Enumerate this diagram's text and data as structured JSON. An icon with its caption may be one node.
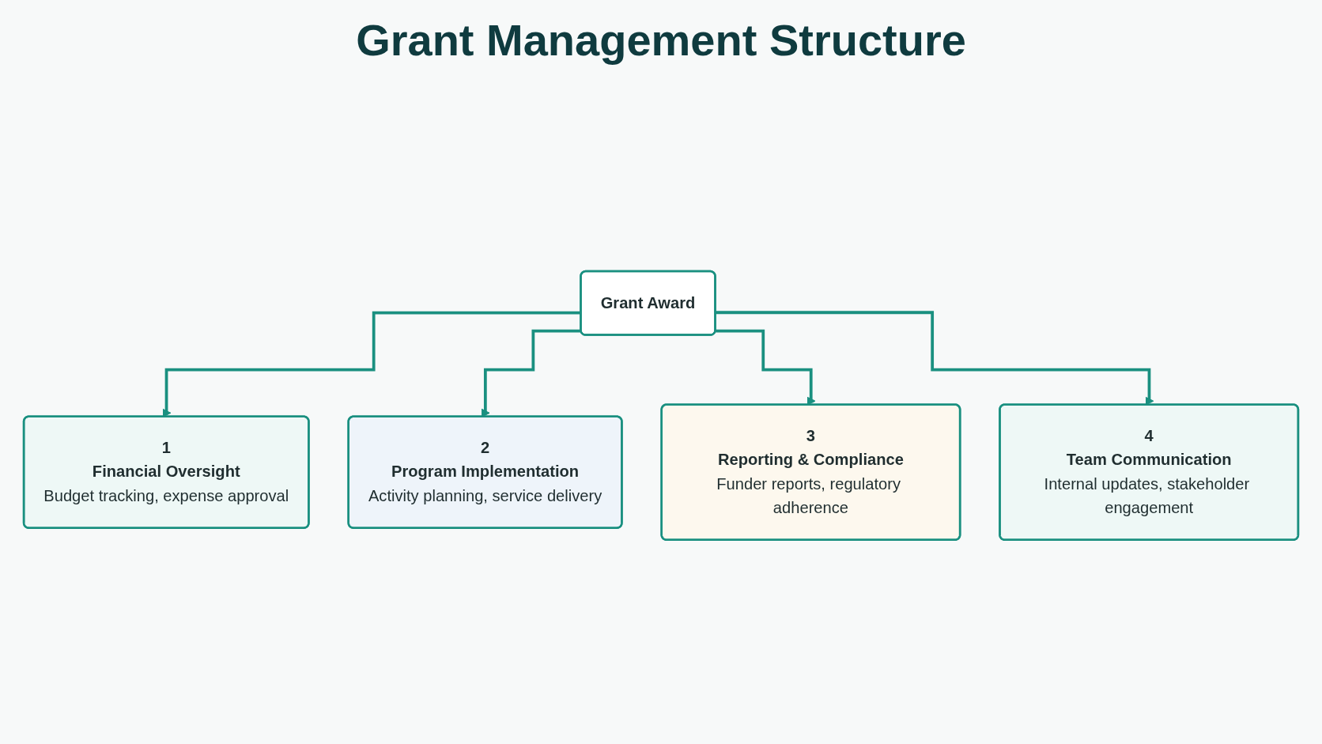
{
  "diagram": {
    "title": "Grant Management Structure",
    "nodes": [
      {
        "text": [
          "Grant Award"
        ]
      },
      {
        "text": [
          "1",
          "Financial Oversight",
          "Budget tracking, expense approval"
        ]
      },
      {
        "text": [
          "2",
          "Program Implementation",
          "Activity planning, service delivery"
        ]
      },
      {
        "text": [
          "3",
          "Reporting & Compliance",
          "Funder reports, regulatory adherence"
        ]
      },
      {
        "text": [
          "4",
          "Team Communication",
          "Internal updates, stakeholder engagement"
        ]
      }
    ],
    "edges": [
      {
        "from": 0,
        "to": 1,
        "arrow": "to"
      },
      {
        "from": 0,
        "to": 2,
        "arrow": "to"
      },
      {
        "from": 0,
        "to": 3,
        "arrow": "to"
      },
      {
        "from": 0,
        "to": 4,
        "arrow": "to"
      }
    ]
  }
}
